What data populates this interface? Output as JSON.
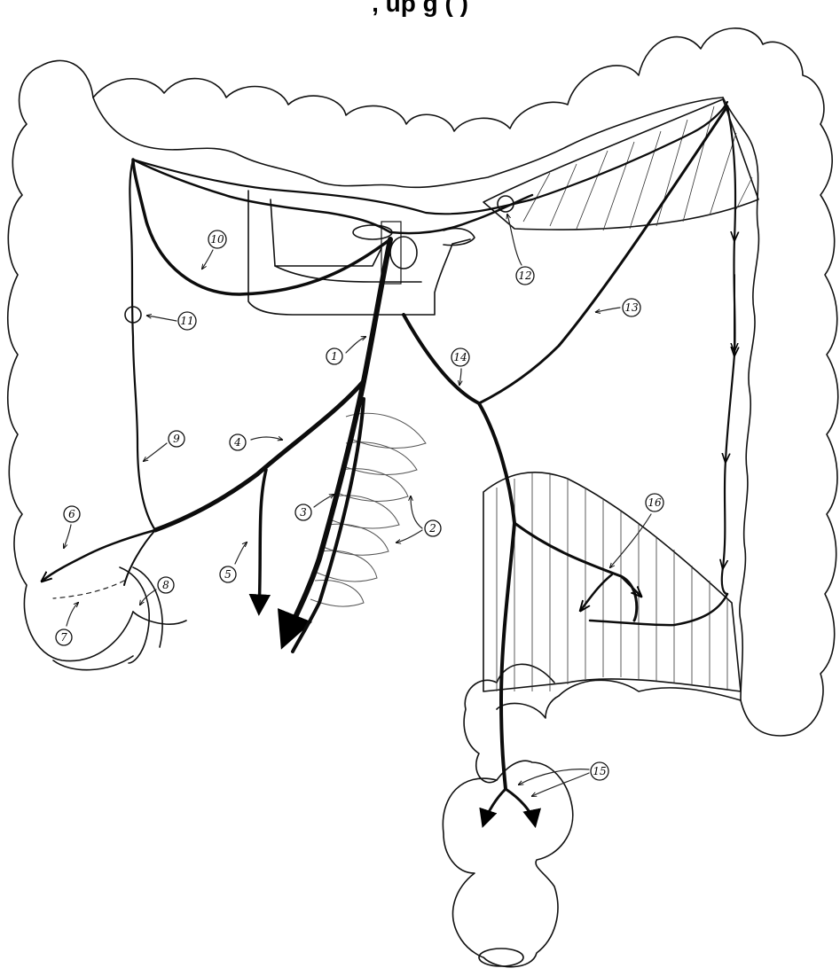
{
  "title": ", up                               g        (  )",
  "labels": [
    "1",
    "2",
    "3",
    "4",
    "5",
    "6",
    "7",
    "8",
    "9",
    "10",
    "11",
    "12",
    "13",
    "14",
    "15",
    "16"
  ]
}
